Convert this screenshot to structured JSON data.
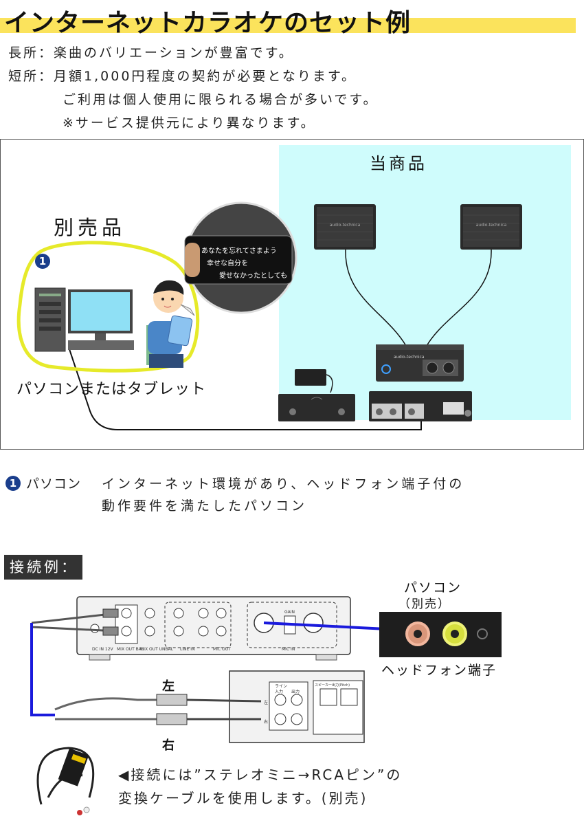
{
  "title": "インターネットカラオケのセット例",
  "pros_cons": {
    "pros_label": "長所：",
    "pros_text": "楽曲のバリエーションが豊富です。",
    "cons_label": "短所：",
    "cons_lines": [
      "月額1,000円程度の契約が必要となります。",
      "ご利用は個人使用に限られる場合が多いです。",
      "※サービス提供元により異なります。"
    ]
  },
  "diagram": {
    "product_label": "当商品",
    "separate_label": "別売品",
    "badge": "1",
    "pc_tablet_label": "パソコンまたはタブレット",
    "speaker_brand": "audio-technica",
    "amp_brand": "audio-technica",
    "lyrics": [
      "あなたを忘れてさまよう",
      "幸せな自分を",
      "愛せなかったとしても"
    ]
  },
  "note": {
    "badge": "1",
    "term": "パソコン",
    "desc_lines": [
      "インターネット環境があり、ヘッドフォン端子付の",
      "動作要件を満たしたパソコン"
    ]
  },
  "connection": {
    "section_label": "接続例：",
    "pc_label": "パソコン",
    "pc_sub_label": "（別売）",
    "headphone_label": "ヘッドフォン端子",
    "left_label": "左",
    "right_label": "右",
    "unit_labels": [
      "DC IN 12V",
      "MIX OUT BAL",
      "MIX OUT UNBAL",
      "LINE IN",
      "MIC OUT",
      "GAIN",
      "MIC IN"
    ],
    "receiver_labels": [
      "ライン",
      "入力",
      "出力",
      "スピーカー出力(Pitch)",
      "左",
      "右"
    ],
    "cable_note_lines": [
      "◀接続には”ステレオミニ→RCAピン”の",
      "変換ケーブルを使用します。(別売)"
    ]
  },
  "colors": {
    "title_highlight": "#fbe35c",
    "product_zone": "#cffcfc",
    "highlight_outline": "#e6ea2a",
    "badge": "#1a3e8c",
    "cable_blue": "#1a1adc"
  }
}
